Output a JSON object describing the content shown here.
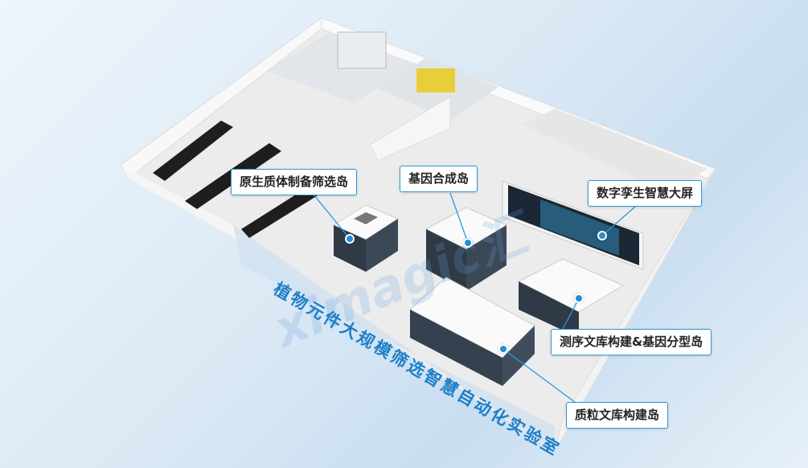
{
  "title": "植物元件大规模筛选智慧自动化实验室",
  "watermark": "ximagic汇",
  "callouts": [
    {
      "label": "原生质体制备筛选岛"
    },
    {
      "label": "基因合成岛"
    },
    {
      "label": "数字孪生智慧大屏"
    },
    {
      "label": "测序文库构建&基因分型岛"
    },
    {
      "label": "质粒文库构建岛"
    }
  ],
  "colors": {
    "accent": "#1f8fd6",
    "title": "#1d7fc9"
  }
}
